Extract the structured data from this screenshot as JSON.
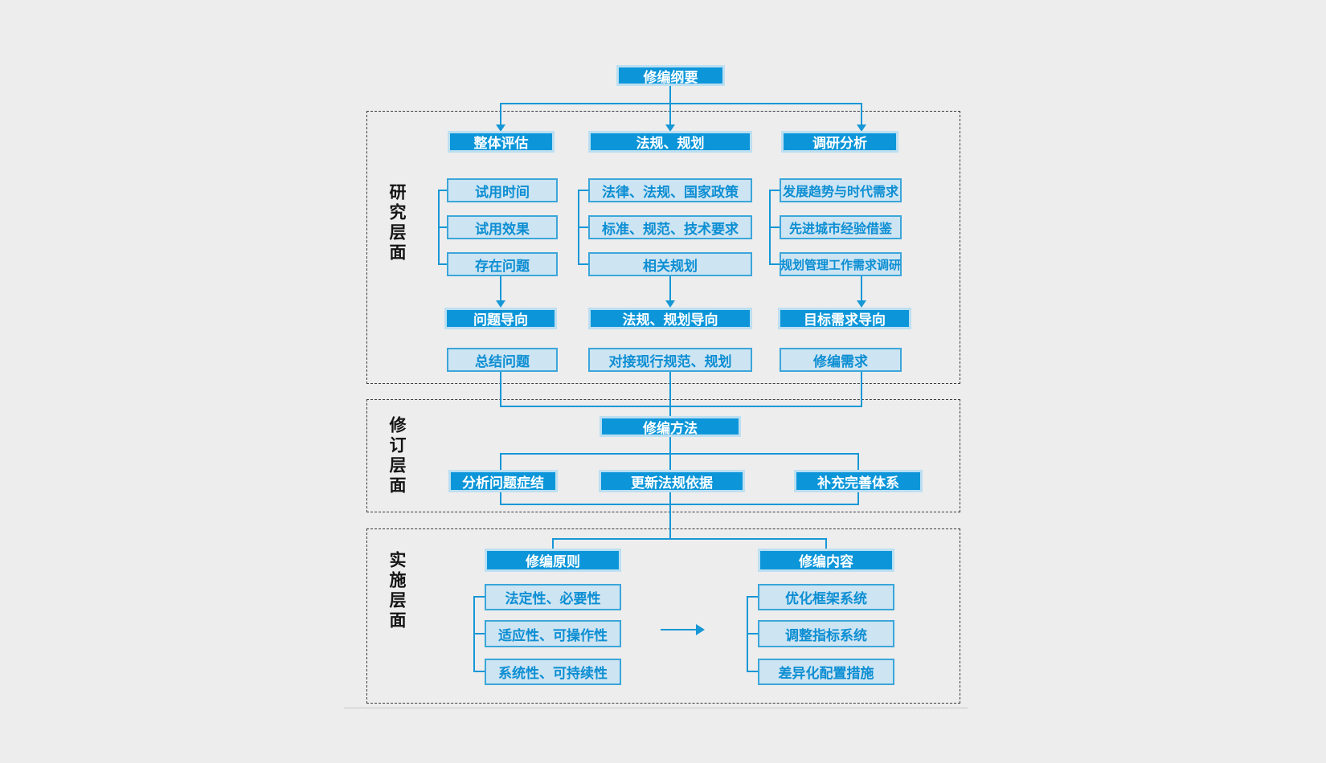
{
  "title": "修编纲要",
  "sections": [
    {
      "label": "研究层面",
      "columns": [
        {
          "header": "整体评估",
          "items": [
            "试用时间",
            "试用效果",
            "存在问题"
          ],
          "result": "问题导向",
          "output": "总结问题"
        },
        {
          "header": "法规、规划",
          "items": [
            "法律、法规、国家政策",
            "标准、规范、技术要求",
            "相关规划"
          ],
          "result": "法规、规划导向",
          "output": "对接现行规范、规划"
        },
        {
          "header": "调研分析",
          "items": [
            "发展趋势与时代需求",
            "先进城市经验借鉴",
            "规划管理工作需求调研"
          ],
          "result": "目标需求导向",
          "output": "修编需求"
        }
      ]
    },
    {
      "label": "修订层面",
      "method": "修编方法",
      "branches": [
        "分析问题症结",
        "更新法规依据",
        "补充完善体系"
      ]
    },
    {
      "label": "实施层面",
      "groups": [
        {
          "header": "修编原则",
          "items": [
            "法定性、必要性",
            "适应性、可操作性",
            "系统性、可持续性"
          ]
        },
        {
          "header": "修编内容",
          "items": [
            "优化框架系统",
            "调整指标系统",
            "差异化配置措施"
          ]
        }
      ]
    }
  ],
  "colors": {
    "primary_box_fill": "#0c96d9",
    "primary_box_glow": "#bcdff2",
    "light_box_fill": "#cde4f2",
    "light_box_border": "#3ba6da",
    "light_box_text": "#0c8ed3",
    "connector": "#1697d6",
    "dashed_border": "#3c3c3c",
    "background": "#ededed"
  }
}
